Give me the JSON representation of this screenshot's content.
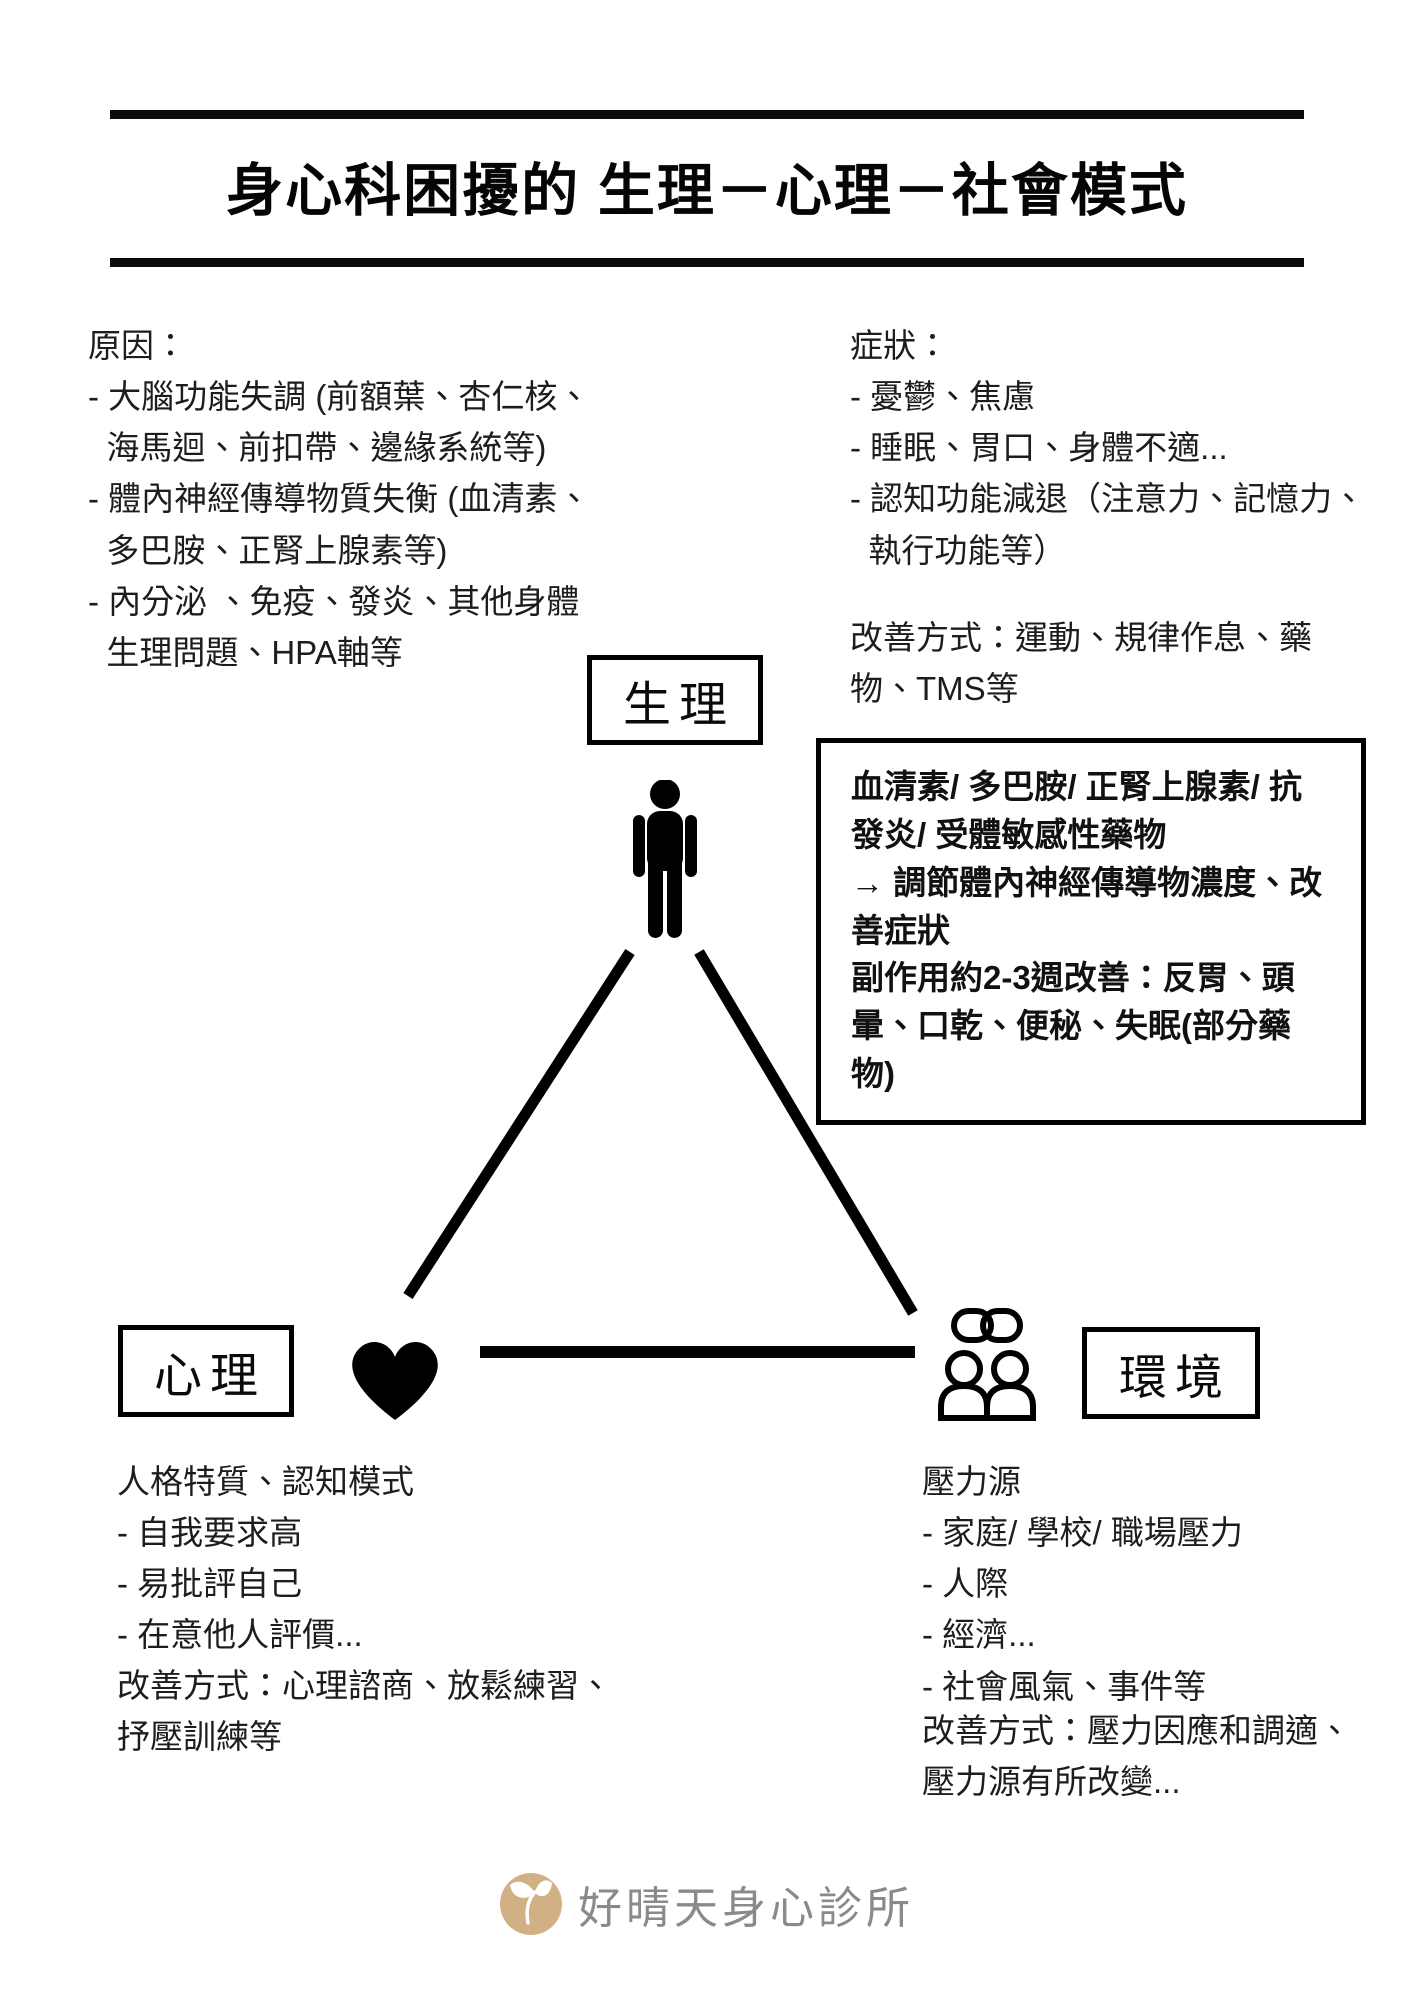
{
  "title": "身心科困擾的 生理－心理－社會模式",
  "causes": {
    "text": "原因：\n- 大腦功能失調 (前額葉、杏仁核、\n  海馬迴、前扣帶、邊緣系統等)\n- 體內神經傳導物質失衡 (血清素、\n  多巴胺、正腎上腺素等)\n- 內分泌 、免疫、發炎、其他身體\n  生理問題、HPA軸等"
  },
  "symptoms": {
    "text": "症狀：\n- 憂鬱、焦慮\n- 睡眠、胃口、身體不適...\n- 認知功能減退（注意力、記憶力、\n  執行功能等）",
    "improvement": "改善方式：運動、規律作息、藥\n物、TMS等"
  },
  "medication_box": {
    "text": "血清素/ 多巴胺/ 正腎上腺素/ 抗發炎/ 受體敏感性藥物\n→ 調節體內神經傳導物濃度、改善症狀\n副作用約2-3週改善：反胃、頭暈、口乾、便秘、失眠(部分藥物)"
  },
  "nodes": {
    "bio_label": "生理",
    "psych_label": "心理",
    "env_label": "環境"
  },
  "psychology": {
    "notes": "人格特質、認知模式\n- 自我要求高\n- 易批評自己\n- 在意他人評價...",
    "improvement": "改善方式：心理諮商、放鬆練習、\n抒壓訓練等"
  },
  "environment": {
    "notes": "壓力源\n- 家庭/ 學校/ 職場壓力\n- 人際\n- 經濟...\n- 社會風氣、事件等",
    "improvement": "改善方式：壓力因應和調適、\n壓力源有所改變..."
  },
  "footer": {
    "clinic_name": "好晴天身心診所"
  },
  "icons": {
    "top_node": "person-icon",
    "left_node": "heart-icon",
    "right_node": "people-link-icon",
    "logo": "sprout-icon"
  },
  "colors": {
    "ink": "#000000",
    "logo_circle": "#D0B084",
    "logo_text": "#8A8A8A"
  }
}
